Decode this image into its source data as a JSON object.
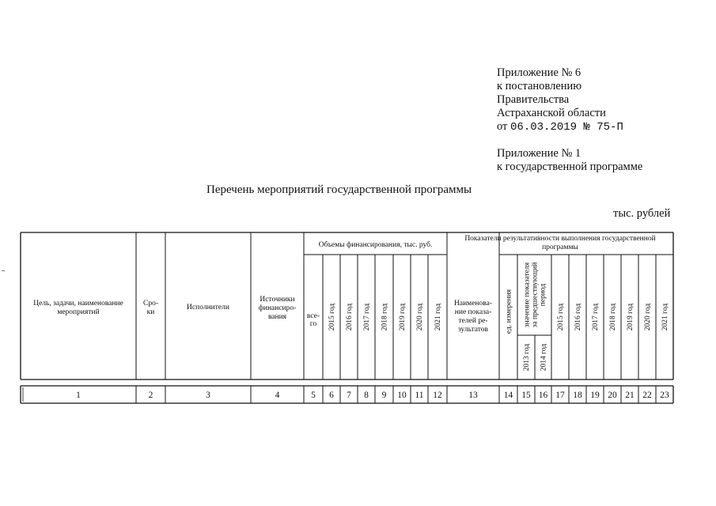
{
  "appendix_6": {
    "line1": "Приложение № 6",
    "line2": "к постановлению",
    "line3": "Правительства",
    "line4": "Астраханской области",
    "date_prefix": "от ",
    "date_value": "06.03.2019 № 75-П"
  },
  "appendix_1": {
    "line1": "Приложение № 1",
    "line2": "к государственной программе"
  },
  "title": "Перечень мероприятий государственной программы",
  "units": "тыс. рублей",
  "table": {
    "headers": {
      "goal": [
        "Цель, задачи, наименование",
        "мероприятий"
      ],
      "terms": [
        "Сро-",
        "ки"
      ],
      "executors": "Исполнители",
      "sources": [
        "Источники",
        "финансиро-",
        "вания"
      ],
      "funding_group": "Объемы финансирования, тыс. руб.",
      "total": [
        "все-",
        "го"
      ],
      "funding_years": [
        "2015 год",
        "2016 год",
        "2017 год",
        "2018 год",
        "2019 год",
        "2020 год",
        "2021 год"
      ],
      "indicators_group": [
        "Показатели результативности выполнения государственной",
        "программы"
      ],
      "indicator_name": [
        "Наименова-",
        "ние показа-",
        "телей ре-",
        "зультатов"
      ],
      "unit": "ед. измерения",
      "prev_period": [
        "значение показателя",
        "за предшествующий",
        "период"
      ],
      "prev_years": [
        "2013 год",
        "2014 год"
      ],
      "indicator_years": [
        "2015 год",
        "2016 год",
        "2017 год",
        "2018 год",
        "2019 год",
        "2020 год",
        "2021 год"
      ]
    },
    "column_numbers": [
      "1",
      "2",
      "3",
      "4",
      "5",
      "6",
      "7",
      "8",
      "9",
      "10",
      "11",
      "12",
      "13",
      "14",
      "15",
      "16",
      "17",
      "18",
      "19",
      "20",
      "21",
      "22",
      "23"
    ]
  }
}
